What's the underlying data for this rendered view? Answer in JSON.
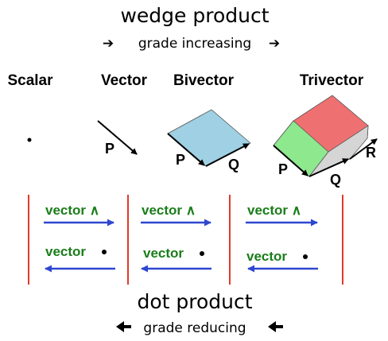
{
  "top": {
    "title": "wedge product",
    "subtitle": "grade increasing",
    "arrow_left": "➔",
    "arrow_right": "➔"
  },
  "bottom": {
    "title": "dot product",
    "subtitle": "grade reducing",
    "arrow_left": "🡐",
    "arrow_right": "🡐"
  },
  "headers": [
    "Scalar",
    "Vector",
    "Bivector",
    "Trivector"
  ],
  "labels": {
    "p": "P",
    "q": "Q",
    "r": "R"
  },
  "ops": {
    "wedge": "vector ∧",
    "dot": "vector"
  },
  "colors": {
    "bivector_face": "#9fd0e3",
    "trivector_top": "#ef7070",
    "trivector_left": "#8ee88e",
    "trivector_right": "#d5d5d5",
    "divider": "#e03a2a",
    "op_arrow": "#2f47cf",
    "op_text": "#1a7d1a"
  }
}
